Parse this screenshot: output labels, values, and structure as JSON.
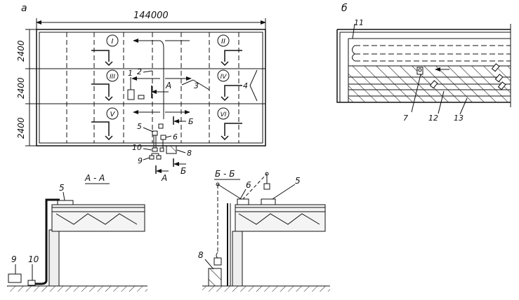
{
  "panel_a": {
    "label": "а",
    "width_dim": "144000",
    "height_dims": [
      "2400",
      "2400",
      "2400"
    ],
    "zones": [
      "I",
      "II",
      "III",
      "IV",
      "V",
      "VI"
    ],
    "callouts": [
      "1",
      "2",
      "3",
      "4",
      "5",
      "6",
      "8",
      "9",
      "10"
    ],
    "section_marks": [
      "А",
      "А",
      "Б",
      "Б"
    ]
  },
  "panel_b": {
    "label": "б",
    "callouts": [
      "11",
      "7",
      "12",
      "13"
    ]
  },
  "section_aa": {
    "title": "А - А",
    "callouts": [
      "5",
      "9",
      "10"
    ]
  },
  "section_bb": {
    "title": "Б - Б",
    "callouts": [
      "6",
      "5",
      "8"
    ]
  },
  "colors": {
    "ink": "#111111",
    "paper": "#ffffff"
  }
}
